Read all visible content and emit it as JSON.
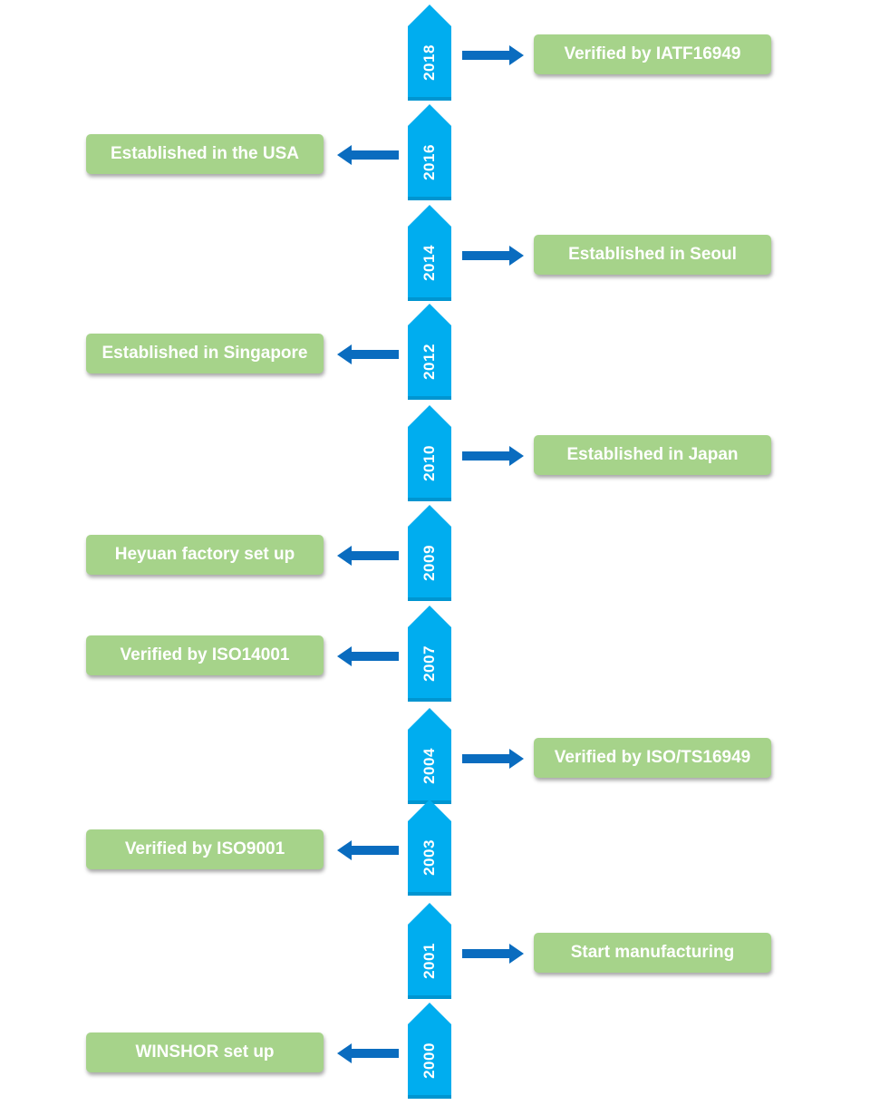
{
  "colors": {
    "year_marker": "#00adef",
    "event_box": "#a6d38a",
    "arrow": "#0a6cbf",
    "text": "#ffffff"
  },
  "timeline": [
    {
      "year": "2018",
      "event": "Verified by IATF16949",
      "side": "right"
    },
    {
      "year": "2016",
      "event": "Established in the USA",
      "side": "left"
    },
    {
      "year": "2014",
      "event": "Established in Seoul",
      "side": "right"
    },
    {
      "year": "2012",
      "event": "Established in Singapore",
      "side": "left"
    },
    {
      "year": "2010",
      "event": "Established in Japan",
      "side": "right"
    },
    {
      "year": "2009",
      "event": "Heyuan factory set up",
      "side": "left"
    },
    {
      "year": "2007",
      "event": "Verified by ISO14001",
      "side": "left"
    },
    {
      "year": "2004",
      "event": "Verified by ISO/TS16949",
      "side": "right"
    },
    {
      "year": "2003",
      "event": "Verified by ISO9001",
      "side": "left"
    },
    {
      "year": "2001",
      "event": "Start manufacturing",
      "side": "right"
    },
    {
      "year": "2000",
      "event": "WINSHOR set up",
      "side": "left"
    }
  ]
}
